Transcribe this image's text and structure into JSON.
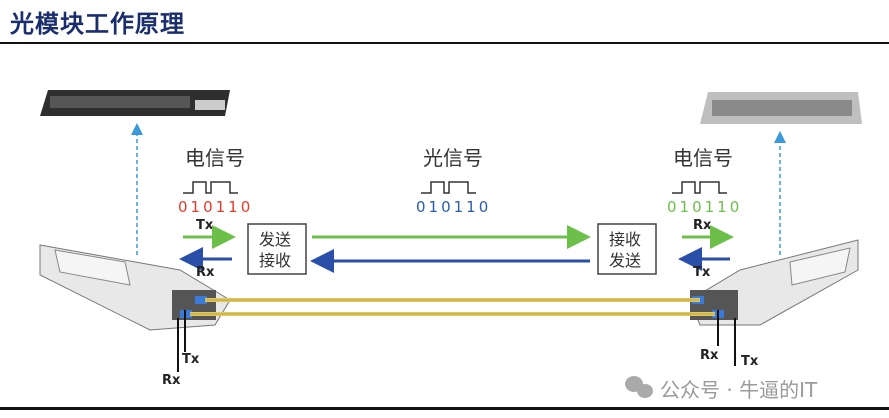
{
  "title": "光模块工作原理",
  "left": {
    "signal_label": "电信号",
    "bits": "010110",
    "tx": "Tx",
    "rx": "Rx",
    "box_line1": "发送",
    "box_line2": "接收",
    "port_tx": "Tx",
    "port_rx": "Rx"
  },
  "middle": {
    "signal_label": "光信号",
    "bits": "010110"
  },
  "right": {
    "signal_label": "电信号",
    "bits": "010110",
    "rx": "Rx",
    "tx": "Tx",
    "box_line1": "接收",
    "box_line2": "发送",
    "port_rx": "Rx",
    "port_tx": "Tx"
  },
  "watermark": "公众号 · 牛逼的IT",
  "colors": {
    "title": "#1a2e6e",
    "left_bits": "#e8392b",
    "middle_bits": "#2a5db0",
    "right_bits": "#6cc04a",
    "green_arrow": "#6cc04a",
    "blue_arrow": "#2a4fa8",
    "fiber": "#e8c84a",
    "dashed": "#3a9ad9"
  }
}
